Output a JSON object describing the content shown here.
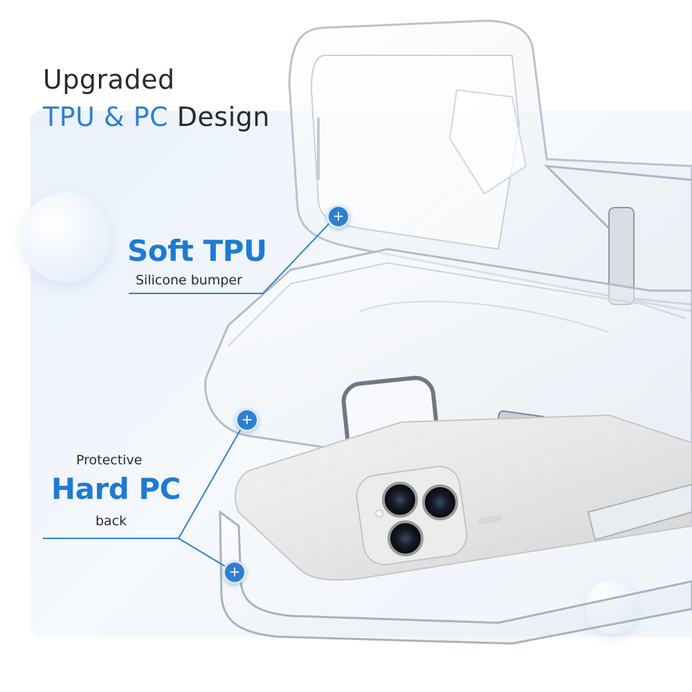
{
  "headline": {
    "line1": "Upgraded",
    "accent": "TPU & PC",
    "line2_rest": " Design"
  },
  "features": {
    "soft_tpu": {
      "title": "Soft TPU",
      "subtitle": "Silicone bumper"
    },
    "hard_pc": {
      "pre": "Protective",
      "title": "Hard PC",
      "post": "back"
    }
  },
  "badges": {
    "plus": "+"
  },
  "colors": {
    "accent": "#1e7bd2",
    "text": "#2a2a2a",
    "panel": "#eef4fb",
    "callout_line": "#2d7fd2"
  },
  "icons": [
    "plus-icon",
    "plus-icon",
    "plus-icon"
  ]
}
